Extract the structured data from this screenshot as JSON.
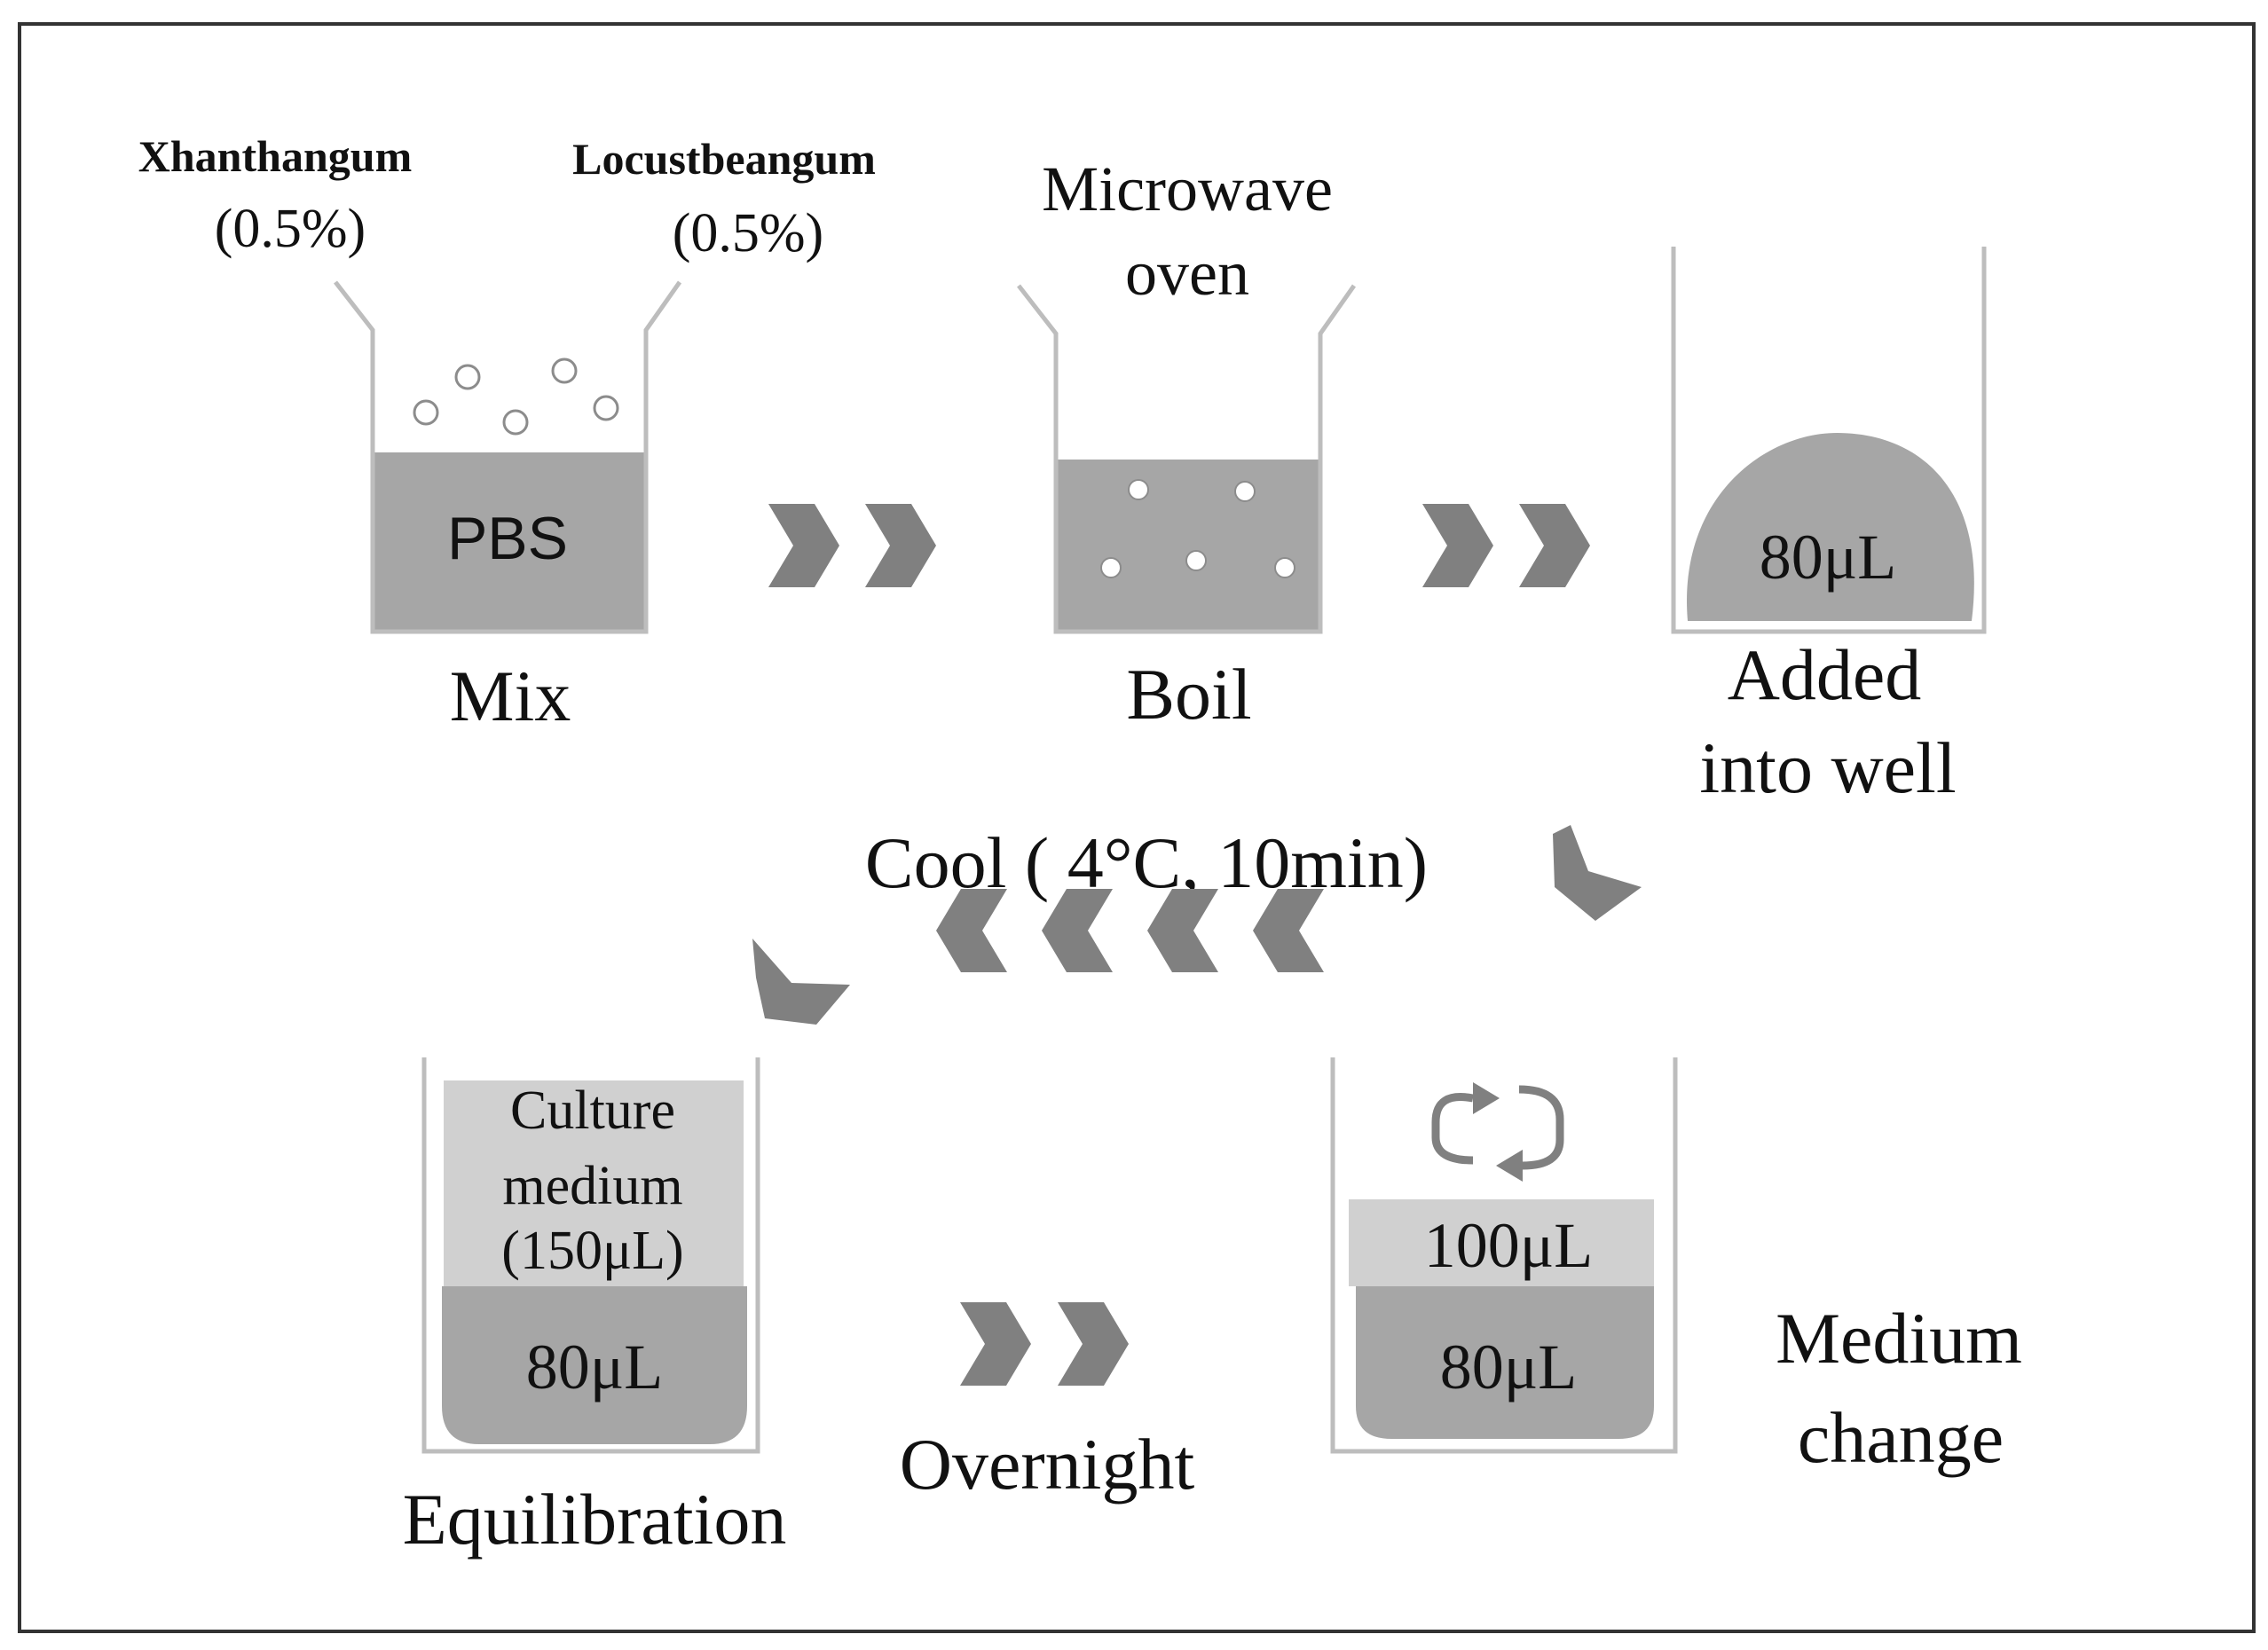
{
  "colors": {
    "frame": "#333333",
    "container_outline": "#bdbdbd",
    "gel": "#a6a6a6",
    "medium_layer": "#d0d0d0",
    "arrow": "#808080",
    "bubble_fill": "#ffffff",
    "bubble_stroke": "#8c8c8c",
    "text": "#111111"
  },
  "steps": {
    "mix": {
      "ingredient_1_name": "Xhanthangum",
      "ingredient_1_conc": "(0.5%)",
      "ingredient_2_name": "Locustbeangum",
      "ingredient_2_conc": "(0.5%)",
      "liquid_label": "PBS",
      "label": "Mix"
    },
    "boil": {
      "device_line_1": "Microwave",
      "device_line_2": "oven",
      "label": "Boil"
    },
    "add": {
      "volume": "80μL",
      "label_line_1": "Added",
      "label_line_2": "into well"
    },
    "cool": {
      "label": "Cool ( 4°C, 10min)"
    },
    "medium_change": {
      "top_volume": "100μL",
      "bottom_volume": "80μL",
      "label_line_1": "Medium",
      "label_line_2": "change",
      "icon": "refresh-icon"
    },
    "equilibration": {
      "medium_line_1": "Culture",
      "medium_line_2": "medium",
      "medium_line_3": "(150μL)",
      "gel_volume": "80μL",
      "label": "Equilibration"
    },
    "overnight": {
      "label": "Overnight"
    }
  }
}
